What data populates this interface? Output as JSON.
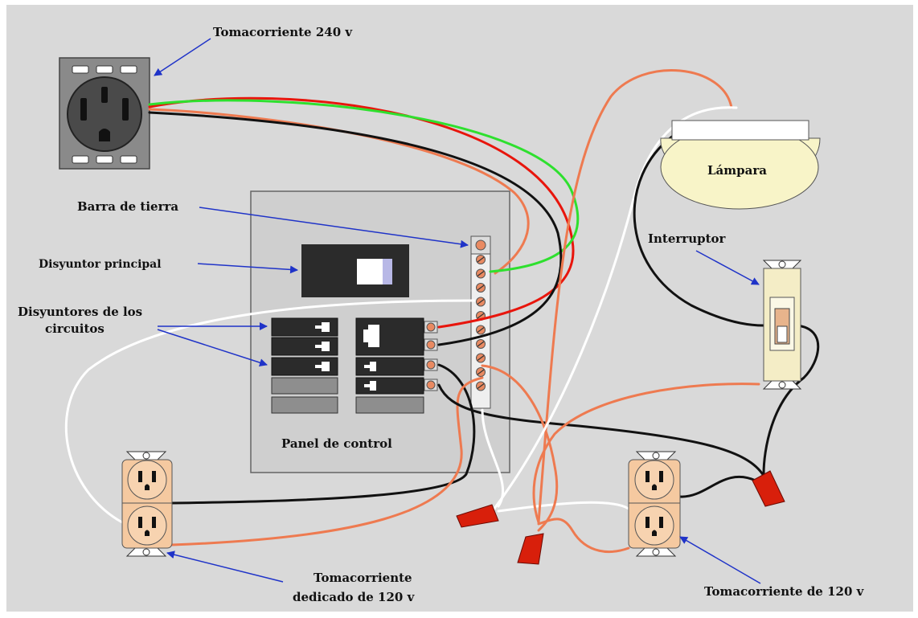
{
  "colors": {
    "background": "#d9d9d9",
    "panel": "#cfcfcf",
    "breaker": "#2b2b2b",
    "outlet": "#f5c9a0",
    "lamp": "#f8f4c8",
    "switch": "#f4edc6",
    "wire_black": "#111111",
    "wire_white": "#ffffff",
    "wire_red": "#e8150c",
    "wire_green": "#2ee02e",
    "wire_orange": "#ee7a50",
    "wire_nut": "#d81f0b",
    "arrow": "#1f33c8"
  },
  "labels": {
    "receptacle_240": "Tomacorriente 240 v",
    "ground_bar": "Barra de tierra",
    "main_breaker": "Disyuntor principal",
    "circuit_breakers_line1": "Disyuntores de los",
    "circuit_breakers_line2": "circuitos",
    "panel": "Panel de control",
    "lamp": "Lámpara",
    "switch": "Interruptor",
    "dedicated_line1": "Tomacorriente",
    "dedicated_line2": "dedicado de 120 v",
    "receptacle_120": "Tomacorriente de 120 v"
  }
}
